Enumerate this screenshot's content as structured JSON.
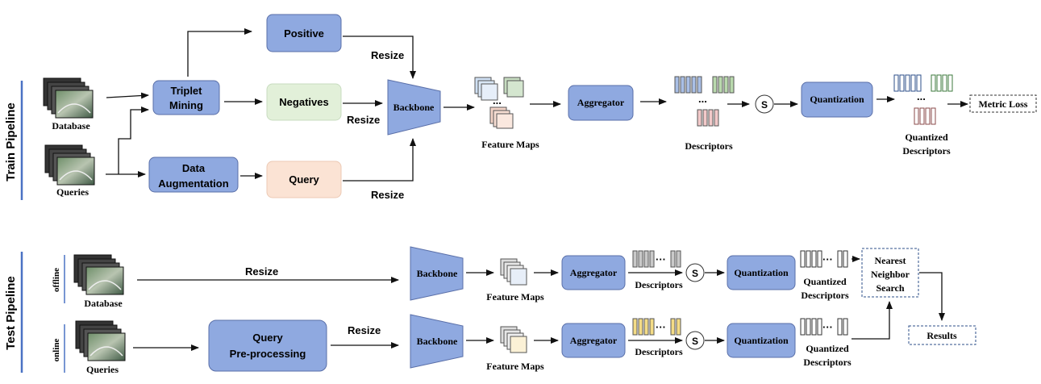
{
  "train": {
    "section_label": "Train  Pipeline",
    "database_label": "Database",
    "queries_label": "Queries",
    "triplet_mining_line1": "Triplet",
    "triplet_mining_line2": "Mining",
    "data_aug_line1": "Data",
    "data_aug_line2": "Augmentation",
    "positive": "Positive",
    "negatives": "Negatives",
    "query": "Query",
    "resize_top": "Resize",
    "resize_mid": "Resize",
    "resize_bottom": "Resize",
    "backbone": "Backbone",
    "feature_maps": "Feature Maps",
    "ellipsis": "...",
    "aggregator": "Aggregator",
    "descriptors": "Descriptors",
    "s_symbol": "S",
    "quantization": "Quantization",
    "quantized_line1": "Quantized",
    "quantized_line2": "Descriptors",
    "metric_loss": "Metric Loss"
  },
  "test": {
    "section_label": "Test  Pipeline",
    "offline": "offline",
    "online": "online",
    "database_label": "Database",
    "queries_label": "Queries",
    "resize_offline": "Resize",
    "resize_online": "Resize",
    "query_pre_line1": "Query",
    "query_pre_line2": "Pre-processing",
    "backbone": "Backbone",
    "feature_maps": "Feature Maps",
    "aggregator": "Aggregator",
    "descriptors": "Descriptors",
    "s_symbol": "S",
    "quantization": "Quantization",
    "quantized_line1": "Quantized",
    "quantized_line2": "Descriptors",
    "nn_line1": "Nearest",
    "nn_line2": "Neighbor",
    "nn_line3": "Search",
    "results": "Results",
    "desc_ellipsis": "···"
  },
  "colors": {
    "module_blue": "#8fa9e0",
    "module_stroke": "#5a6fa8",
    "section_bar": "#4a72c4",
    "negatives_fill": "#e2f0d9",
    "query_fill": "#fbe3d4",
    "desc_blue": "#a9bfe6",
    "desc_green": "#b9d9ad",
    "desc_pink": "#f2c9c9",
    "desc_gray": "#c9c9c9",
    "desc_yellow": "#f4dc86"
  }
}
